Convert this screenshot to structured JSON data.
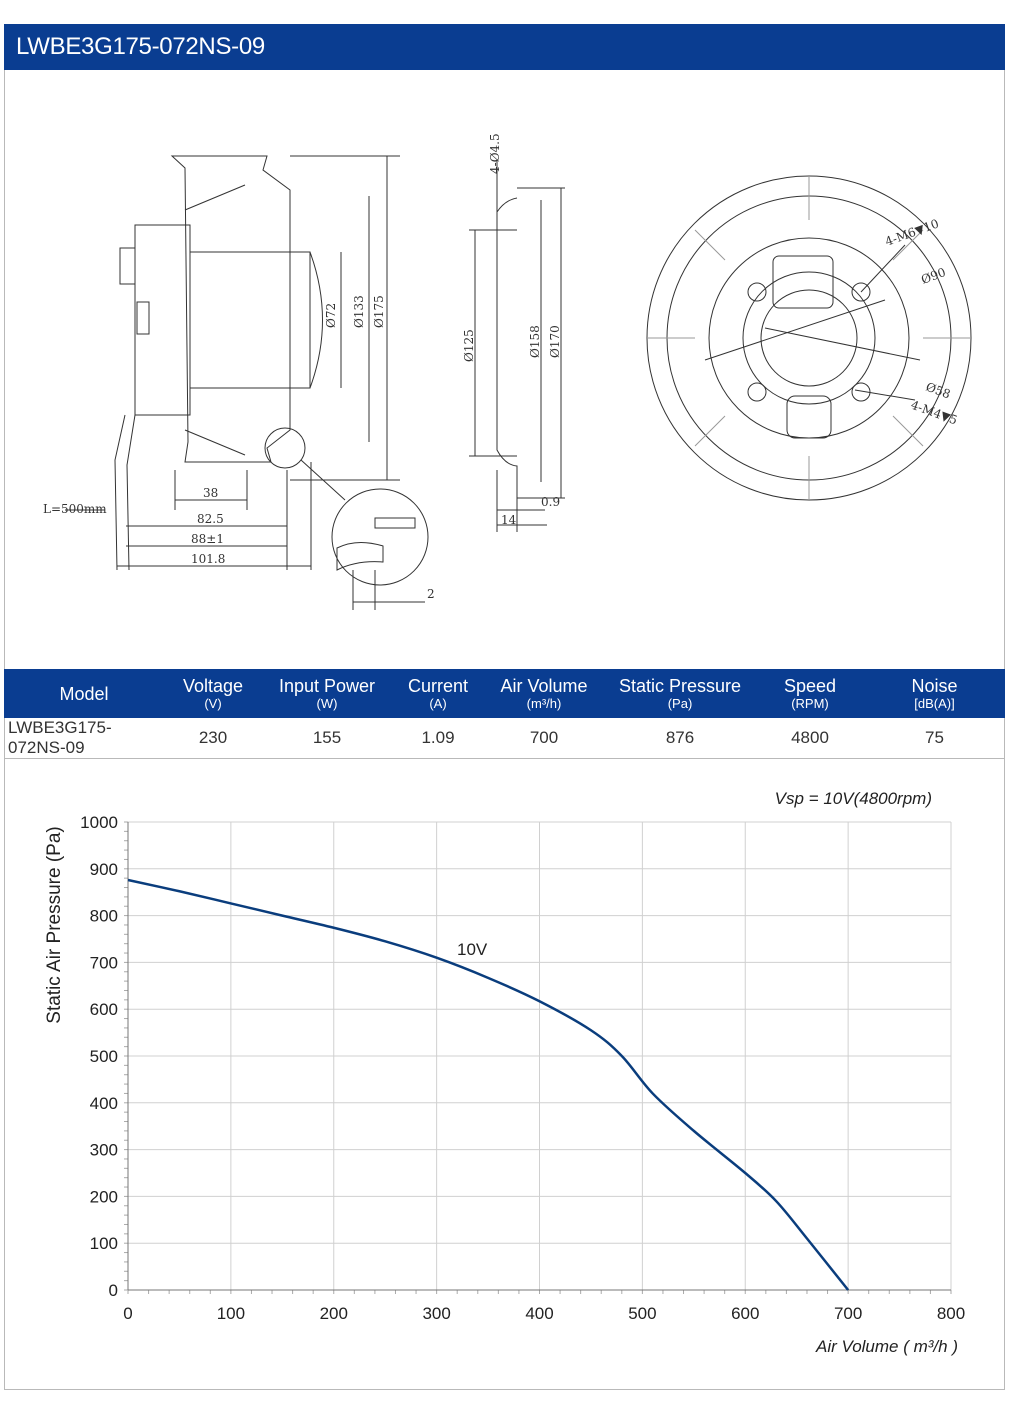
{
  "header": {
    "title": "LWBE3G175-072NS-09"
  },
  "drawing": {
    "dims_side": [
      "Ø72",
      "Ø133",
      "Ø175",
      "38",
      "82.5",
      "88±1",
      "101.8",
      "L=500mm",
      "2"
    ],
    "dims_ring": [
      "4-Ø4.5",
      "Ø125",
      "Ø158",
      "Ø170",
      "0.9",
      "14"
    ],
    "dims_front": [
      "4-M6▼10",
      "Ø90",
      "Ø58",
      "4-M4▼5"
    ]
  },
  "table": {
    "headers": [
      {
        "label": "Model",
        "unit": ""
      },
      {
        "label": "Voltage",
        "unit": "(V)"
      },
      {
        "label": "Input Power",
        "unit": "(W)"
      },
      {
        "label": "Current",
        "unit": "(A)"
      },
      {
        "label": "Air Volume",
        "unit": "(m³/h)"
      },
      {
        "label": "Static Pressure",
        "unit": "(Pa)"
      },
      {
        "label": "Speed",
        "unit": "(RPM)"
      },
      {
        "label": "Noise",
        "unit": "[dB(A)]"
      }
    ],
    "row": [
      "LWBE3G175-072NS-09",
      "230",
      "155",
      "1.09",
      "700",
      "876",
      "4800",
      "75"
    ]
  },
  "chart_data": {
    "type": "line",
    "annotation": "Vsp = 10V(4800rpm)",
    "xlabel": "Air Volume ( m³/h )",
    "ylabel": "Static Air Pressure  (Pa)",
    "xlim": [
      0,
      800
    ],
    "ylim": [
      0,
      1000
    ],
    "xticks": [
      0,
      100,
      200,
      300,
      400,
      500,
      600,
      700,
      800
    ],
    "yticks": [
      0,
      100,
      200,
      300,
      400,
      500,
      600,
      700,
      800,
      900,
      1000
    ],
    "grid": true,
    "series": [
      {
        "name": "10V",
        "color": "#0a3d7d",
        "x": [
          0,
          50,
          100,
          150,
          200,
          250,
          300,
          350,
          400,
          450,
          480,
          510,
          550,
          600,
          630,
          660,
          700
        ],
        "y": [
          876,
          852,
          826,
          800,
          774,
          745,
          710,
          667,
          617,
          555,
          500,
          420,
          340,
          250,
          190,
          110,
          0
        ]
      }
    ]
  }
}
